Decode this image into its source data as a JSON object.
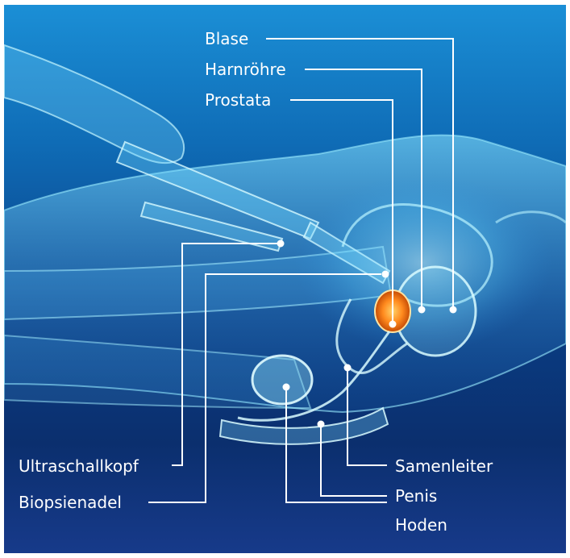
{
  "labels": {
    "blase": "Blase",
    "harnroehre": "Harnröhre",
    "prostata": "Prostata",
    "ultraschallkopf": "Ultraschallkopf",
    "biopsienadel": "Biopsienadel",
    "samenleiter": "Samenleiter",
    "penis": "Penis",
    "hoden": "Hoden"
  },
  "colors": {
    "background_top": "#1b8fd6",
    "background_bottom": "#0b2f6e",
    "body_glow": "#7fe0ff",
    "prostate": "#ff8a1e",
    "leader_line": "#ffffff"
  }
}
